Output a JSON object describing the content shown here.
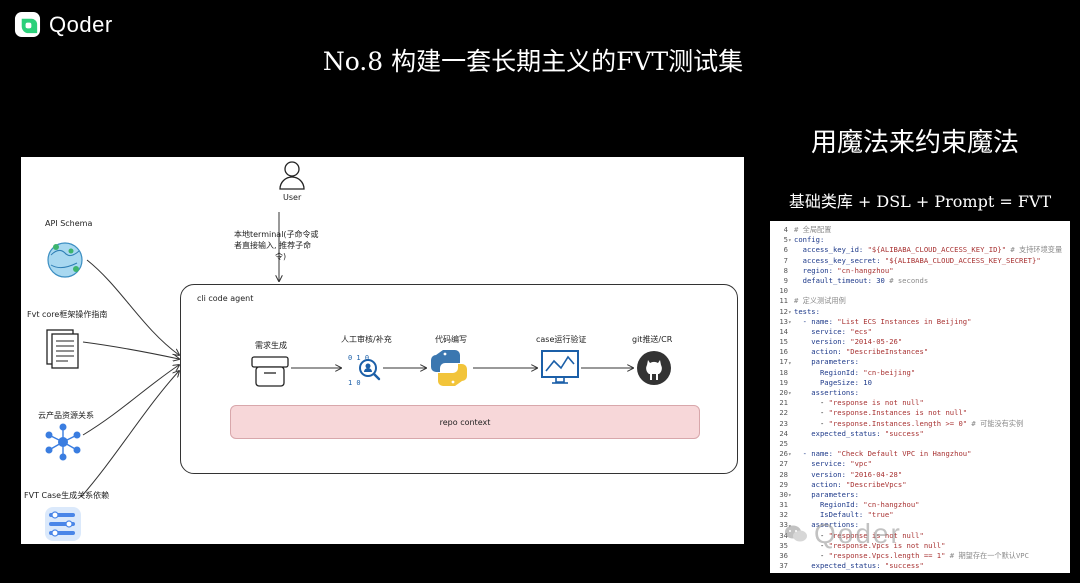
{
  "brand": {
    "name": "Qoder"
  },
  "slide": {
    "title": "No.8 构建一套长期主义的FVT测试集",
    "subtitle": "用魔法来约束魔法",
    "formula": "基础类库 + DSL + Prompt = FVT"
  },
  "diagram": {
    "user_label": "User",
    "terminal_label_1": "本地terminal(子命令或",
    "terminal_label_2": "者直接输入, 推荐子命",
    "terminal_label_3": "令)",
    "agent_label": "cli code agent",
    "sources": [
      {
        "label": "API Schema"
      },
      {
        "label": "Fvt core框架操作指南"
      },
      {
        "label": "云产品资源关系"
      },
      {
        "label": "FVT Case生成关系依赖"
      }
    ],
    "steps": [
      {
        "label": "需求生成"
      },
      {
        "label": "人工审核/补充"
      },
      {
        "label": "代码编写"
      },
      {
        "label": "case运行验证"
      },
      {
        "label": "git推送/CR"
      }
    ],
    "repo_label": "repo context"
  },
  "code": {
    "line_numbers": [
      "4",
      "5",
      "6",
      "7",
      "8",
      "9",
      "10",
      "11",
      "12",
      "13",
      "14",
      "15",
      "16",
      "17",
      "18",
      "19",
      "20",
      "21",
      "22",
      "23",
      "24",
      "25",
      "26",
      "27",
      "28",
      "29",
      "30",
      "31",
      "32",
      "33",
      "34",
      "35",
      "36",
      "37"
    ],
    "lines": [
      [
        {
          "t": "# 全局配置",
          "c": "comment"
        }
      ],
      [
        {
          "t": "config:",
          "c": "key"
        }
      ],
      [
        {
          "t": "  access_key_id: ",
          "c": "key"
        },
        {
          "t": "\"${ALIBABA_CLOUD_ACCESS_KEY_ID}\"",
          "c": "str"
        },
        {
          "t": " # 支持环境变量",
          "c": "comment"
        }
      ],
      [
        {
          "t": "  access_key_secret: ",
          "c": "key"
        },
        {
          "t": "\"${ALIBABA_CLOUD_ACCESS_KEY_SECRET}\"",
          "c": "str"
        }
      ],
      [
        {
          "t": "  region: ",
          "c": "key"
        },
        {
          "t": "\"cn-hangzhou\"",
          "c": "str"
        }
      ],
      [
        {
          "t": "  default_timeout: ",
          "c": "key"
        },
        {
          "t": "30",
          "c": "num"
        },
        {
          "t": " # seconds",
          "c": "comment"
        }
      ],
      [
        {
          "t": "",
          "c": "plain"
        }
      ],
      [
        {
          "t": "# 定义测试用例",
          "c": "comment"
        }
      ],
      [
        {
          "t": "tests:",
          "c": "key"
        }
      ],
      [
        {
          "t": "  - name: ",
          "c": "key"
        },
        {
          "t": "\"List ECS Instances in Beijing\"",
          "c": "str"
        }
      ],
      [
        {
          "t": "    service: ",
          "c": "key"
        },
        {
          "t": "\"ecs\"",
          "c": "str"
        }
      ],
      [
        {
          "t": "    version: ",
          "c": "key"
        },
        {
          "t": "\"2014-05-26\"",
          "c": "str"
        }
      ],
      [
        {
          "t": "    action: ",
          "c": "key"
        },
        {
          "t": "\"DescribeInstances\"",
          "c": "str"
        }
      ],
      [
        {
          "t": "    parameters:",
          "c": "key"
        }
      ],
      [
        {
          "t": "      RegionId: ",
          "c": "key"
        },
        {
          "t": "\"cn-beijing\"",
          "c": "str"
        }
      ],
      [
        {
          "t": "      PageSize: ",
          "c": "key"
        },
        {
          "t": "10",
          "c": "num"
        }
      ],
      [
        {
          "t": "    assertions:",
          "c": "key"
        }
      ],
      [
        {
          "t": "      - ",
          "c": "plain"
        },
        {
          "t": "\"response is not null\"",
          "c": "str"
        }
      ],
      [
        {
          "t": "      - ",
          "c": "plain"
        },
        {
          "t": "\"response.Instances is not null\"",
          "c": "str"
        }
      ],
      [
        {
          "t": "      - ",
          "c": "plain"
        },
        {
          "t": "\"response.Instances.length >= 0\"",
          "c": "str"
        },
        {
          "t": " # 可能没有实例",
          "c": "comment"
        }
      ],
      [
        {
          "t": "    expected_status: ",
          "c": "key"
        },
        {
          "t": "\"success\"",
          "c": "str"
        }
      ],
      [
        {
          "t": "",
          "c": "plain"
        }
      ],
      [
        {
          "t": "  - name: ",
          "c": "key"
        },
        {
          "t": "\"Check Default VPC in Hangzhou\"",
          "c": "str"
        }
      ],
      [
        {
          "t": "    service: ",
          "c": "key"
        },
        {
          "t": "\"vpc\"",
          "c": "str"
        }
      ],
      [
        {
          "t": "    version: ",
          "c": "key"
        },
        {
          "t": "\"2016-04-28\"",
          "c": "str"
        }
      ],
      [
        {
          "t": "    action: ",
          "c": "key"
        },
        {
          "t": "\"DescribeVpcs\"",
          "c": "str"
        }
      ],
      [
        {
          "t": "    parameters:",
          "c": "key"
        }
      ],
      [
        {
          "t": "      RegionId: ",
          "c": "key"
        },
        {
          "t": "\"cn-hangzhou\"",
          "c": "str"
        }
      ],
      [
        {
          "t": "      IsDefault: ",
          "c": "key"
        },
        {
          "t": "\"true\"",
          "c": "str"
        }
      ],
      [
        {
          "t": "    assertions:",
          "c": "key"
        }
      ],
      [
        {
          "t": "      - ",
          "c": "plain"
        },
        {
          "t": "\"response is not null\"",
          "c": "str"
        }
      ],
      [
        {
          "t": "      - ",
          "c": "plain"
        },
        {
          "t": "\"response.Vpcs is not null\"",
          "c": "str"
        }
      ],
      [
        {
          "t": "      - ",
          "c": "plain"
        },
        {
          "t": "\"response.Vpcs.length == 1\"",
          "c": "str"
        },
        {
          "t": " # 期望存在一个默认VPC",
          "c": "comment"
        }
      ],
      [
        {
          "t": "    expected_status: ",
          "c": "key"
        },
        {
          "t": "\"success\"",
          "c": "str"
        }
      ]
    ],
    "fold_rows": [
      1,
      8,
      9,
      13,
      16,
      22,
      26,
      29
    ]
  },
  "watermark": {
    "text": "Qoder"
  },
  "colors": {
    "background": "#000000",
    "brand_accent": "#2bd07a",
    "repo_fill": "#f7d7d9",
    "code_key": "#1e3a8a",
    "code_string": "#a83232"
  }
}
